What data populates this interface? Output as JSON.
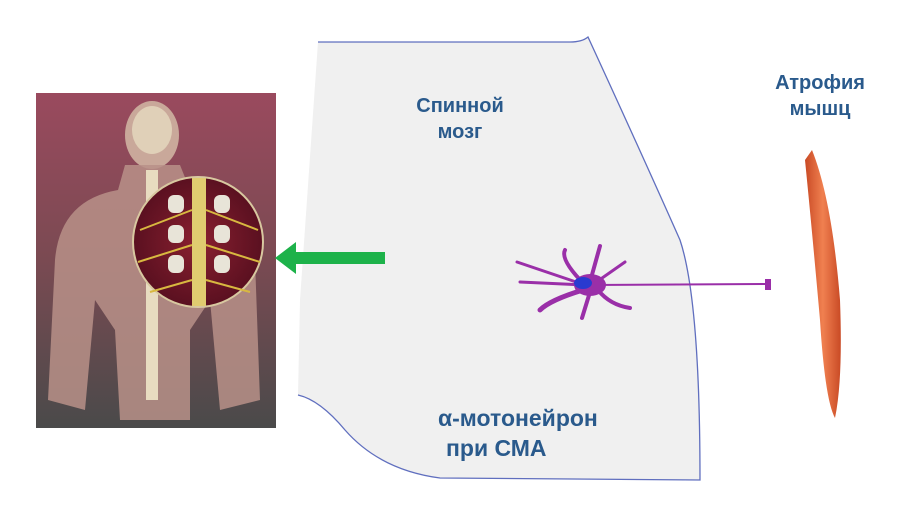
{
  "labels": {
    "spinal_cord": [
      "Спинной",
      "мозг"
    ],
    "muscle_atrophy": [
      "Атрофия",
      "мышц"
    ],
    "motoneuron": [
      "α-мотонейрон",
      "при СМА"
    ]
  },
  "colors": {
    "label": "#2a5a8c",
    "arrow": "#1db24a",
    "neuron": "#9a2fa8",
    "nucleus": "#2a3ad0",
    "region_fill": "#f0f0f0",
    "region_stroke": "#3a4cb0",
    "muscle": "#e8643a"
  }
}
